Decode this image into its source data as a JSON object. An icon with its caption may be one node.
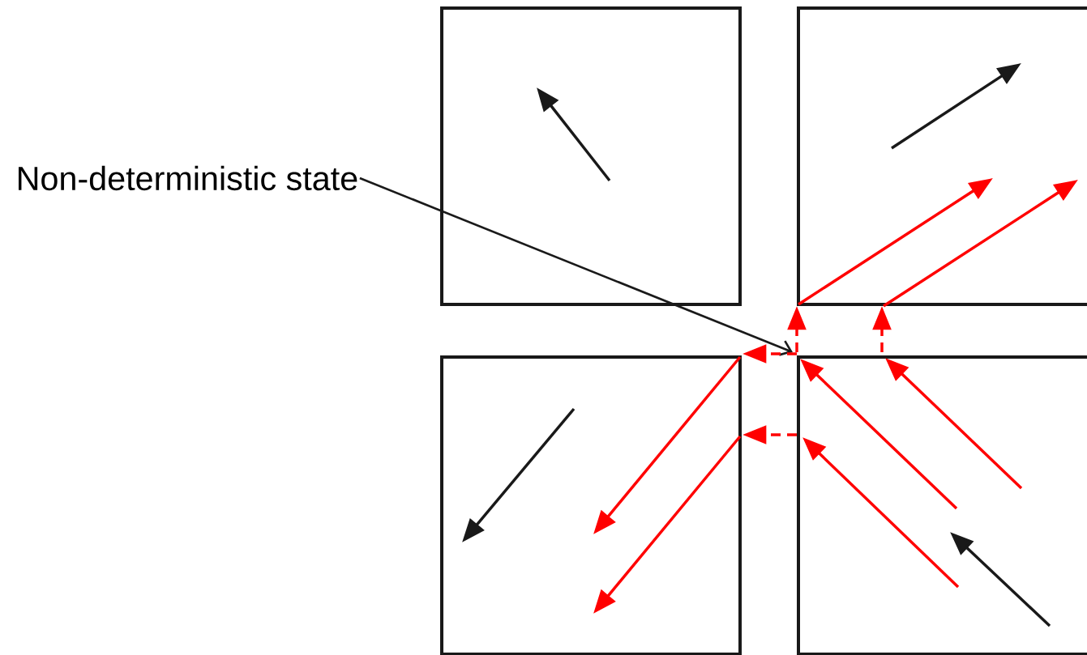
{
  "diagram": {
    "nodes": [
      {
        "text": [],
        "shape": "box"
      },
      {
        "text": [],
        "shape": "box"
      },
      {
        "text": [],
        "shape": "box"
      },
      {
        "text": [],
        "shape": "box"
      },
      {
        "text": [
          "Non-deterministic state"
        ]
      }
    ],
    "edges": [
      {
        "from": 4,
        "to": 3,
        "arrow": "to",
        "color": "#1a1a1a"
      },
      {
        "from": 3,
        "to": 1,
        "arrow": "to",
        "style": "dashed"
      },
      {
        "from": 3,
        "to": 1,
        "arrow": "to",
        "style": "dashed"
      },
      {
        "from": 3,
        "to": 2,
        "arrow": "to",
        "style": "dashed"
      },
      {
        "from": 3,
        "to": 2,
        "arrow": "to",
        "style": "dashed"
      }
    ]
  }
}
